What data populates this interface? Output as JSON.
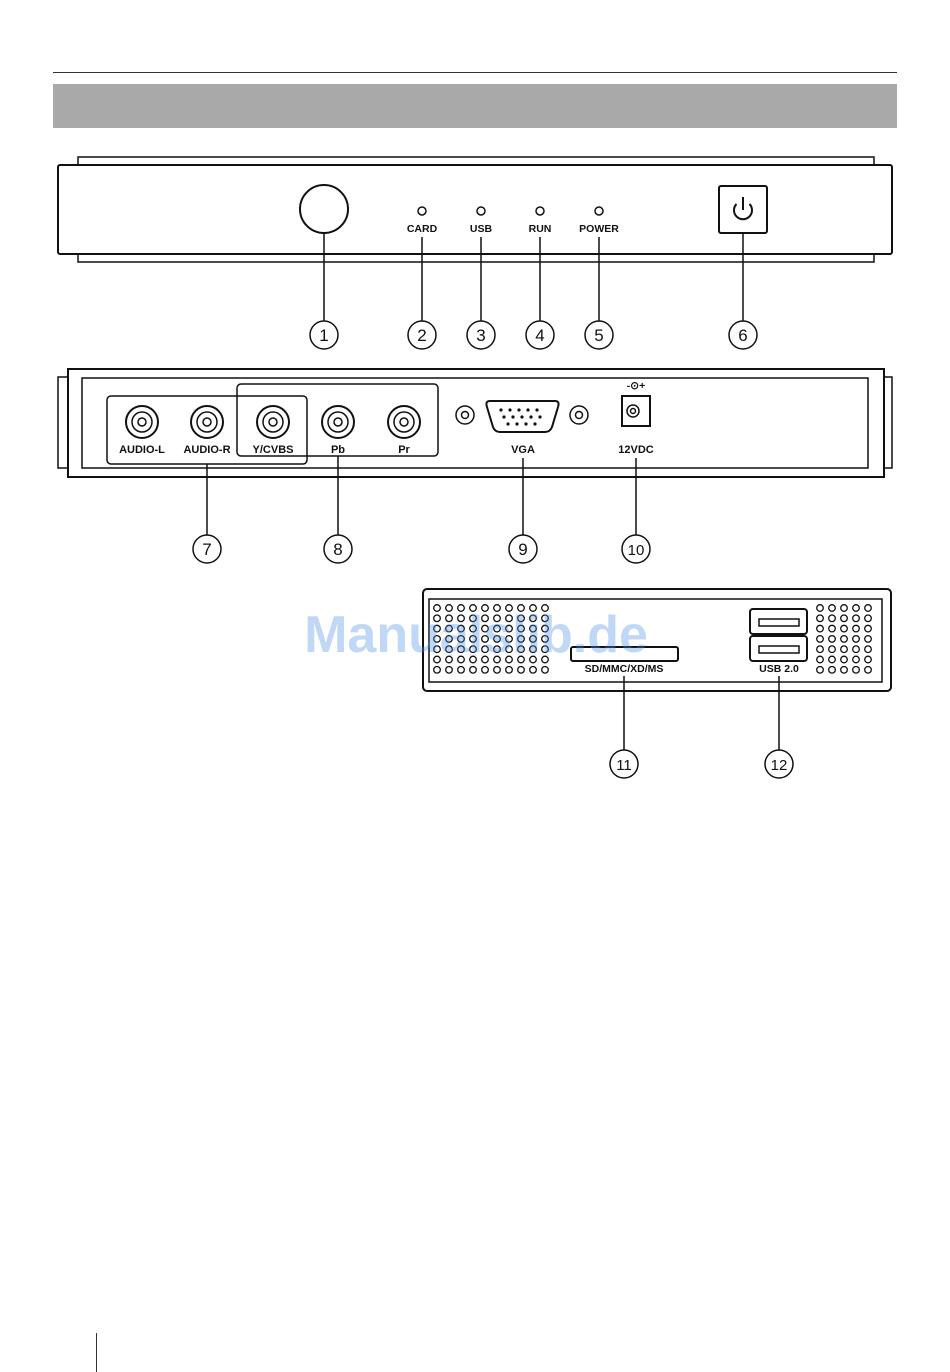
{
  "front_panel": {
    "leds": [
      {
        "label": "CARD"
      },
      {
        "label": "USB"
      },
      {
        "label": "RUN"
      },
      {
        "label": "POWER"
      }
    ]
  },
  "rear_panel": {
    "jacks": [
      {
        "label": "AUDIO-L"
      },
      {
        "label": "AUDIO-R"
      },
      {
        "label": "Y/CVBS"
      },
      {
        "label": "Pb"
      },
      {
        "label": "Pr"
      }
    ],
    "vga_label": "VGA",
    "power_label": "12VDC",
    "polarity_symbol": "-⊙+"
  },
  "side_panel": {
    "card_slot_label": "SD/MMC/XD/MS",
    "usb_label": "USB 2.0"
  },
  "callouts": [
    "1",
    "2",
    "3",
    "4",
    "5",
    "6",
    "7",
    "8",
    "9",
    "10",
    "11",
    "12"
  ],
  "watermark": "Manualslib.de",
  "icons": [
    "power-icon"
  ]
}
